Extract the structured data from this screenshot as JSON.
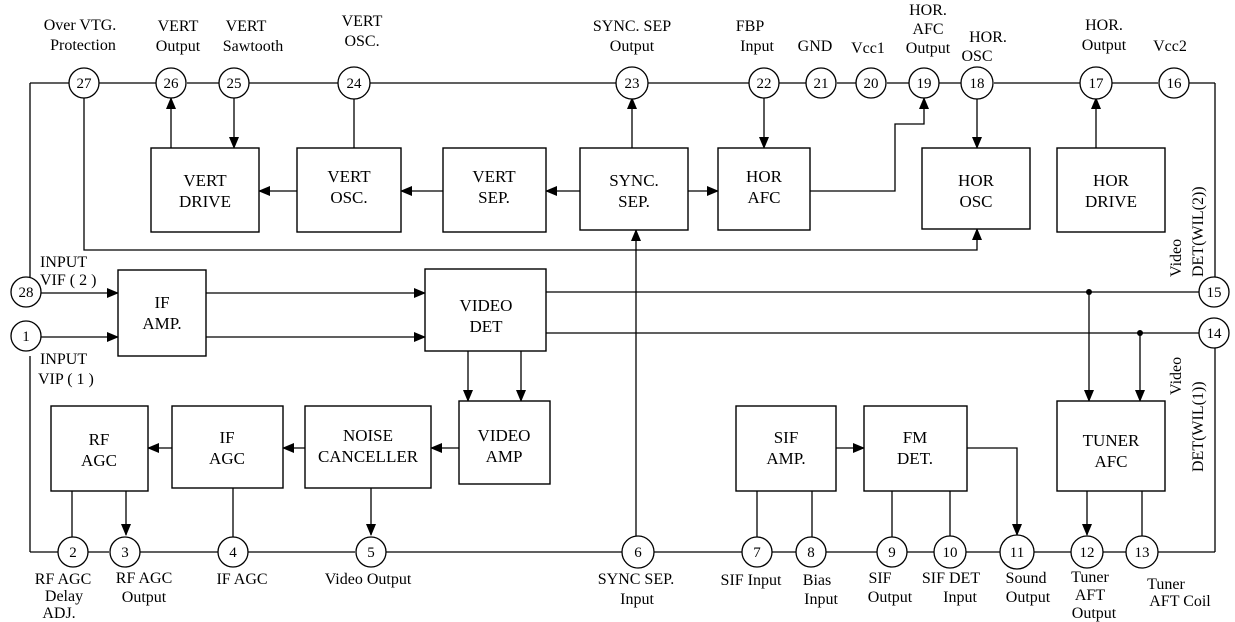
{
  "blocks": {
    "vert_drive": [
      "VERT",
      "DRIVE"
    ],
    "vert_osc": [
      "VERT",
      "OSC."
    ],
    "vert_sep": [
      "VERT",
      "SEP."
    ],
    "sync_sep": [
      "SYNC.",
      "SEP."
    ],
    "hor_afc": [
      "HOR",
      "AFC"
    ],
    "hor_osc": [
      "HOR",
      "OSC"
    ],
    "hor_drive": [
      "HOR",
      "DRIVE"
    ],
    "if_amp": [
      "IF",
      "AMP."
    ],
    "video_det": [
      "VIDEO",
      "DET"
    ],
    "video_amp": [
      "VIDEO",
      "AMP"
    ],
    "noise_canceller": [
      "NOISE",
      "CANCELLER"
    ],
    "if_agc": [
      "IF",
      "AGC"
    ],
    "rf_agc": [
      "RF",
      "AGC"
    ],
    "sif_amp": [
      "SIF",
      "AMP."
    ],
    "fm_det": [
      "FM",
      "DET."
    ],
    "tuner_afc": [
      "TUNER",
      "AFC"
    ]
  },
  "pins": {
    "p1": "1",
    "p2": "2",
    "p3": "3",
    "p4": "4",
    "p5": "5",
    "p6": "6",
    "p7": "7",
    "p8": "8",
    "p9": "9",
    "p10": "10",
    "p11": "11",
    "p12": "12",
    "p13": "13",
    "p14": "14",
    "p15": "15",
    "p16": "16",
    "p17": "17",
    "p18": "18",
    "p19": "19",
    "p20": "20",
    "p21": "21",
    "p22": "22",
    "p23": "23",
    "p24": "24",
    "p25": "25",
    "p26": "26",
    "p27": "27",
    "p28": "28"
  },
  "labels": {
    "p27": [
      "Over VTG.",
      "Protection"
    ],
    "p26": [
      "VERT",
      "Output"
    ],
    "p25": [
      "VERT",
      "Sawtooth"
    ],
    "p24": [
      "VERT",
      "OSC."
    ],
    "p23": [
      "SYNC. SEP",
      "Output"
    ],
    "p22": [
      "FBP",
      "Input"
    ],
    "p21": "GND",
    "p20": "Vcc1",
    "p19": [
      "HOR.",
      "AFC",
      "Output"
    ],
    "p18": [
      "HOR.",
      "OSC"
    ],
    "p17": [
      "HOR.",
      "Output"
    ],
    "p16": "Vcc2",
    "p28": [
      "INPUT",
      "VIF ( 2 )"
    ],
    "p1": [
      "INPUT",
      "VIP ( 1 )"
    ],
    "p15": [
      "Video",
      "DET(WIL(2))"
    ],
    "p14": [
      "Video",
      "DET(WIL(1))"
    ],
    "p2": [
      "RF AGC",
      "Delay",
      "ADJ."
    ],
    "p3": [
      "RF AGC",
      "Output"
    ],
    "p4": "IF AGC",
    "p5": "Video Output",
    "p6": [
      "SYNC SEP.",
      "Input"
    ],
    "p7": "SIF Input",
    "p8": [
      "Bias",
      "Input"
    ],
    "p9": [
      "SIF",
      "Output"
    ],
    "p10": [
      "SIF DET",
      "Input"
    ],
    "p11": [
      "Sound",
      "Output"
    ],
    "p12": [
      "Tuner",
      "AFT",
      "Output"
    ],
    "p13": [
      "Tuner",
      "AFT Coil"
    ]
  }
}
